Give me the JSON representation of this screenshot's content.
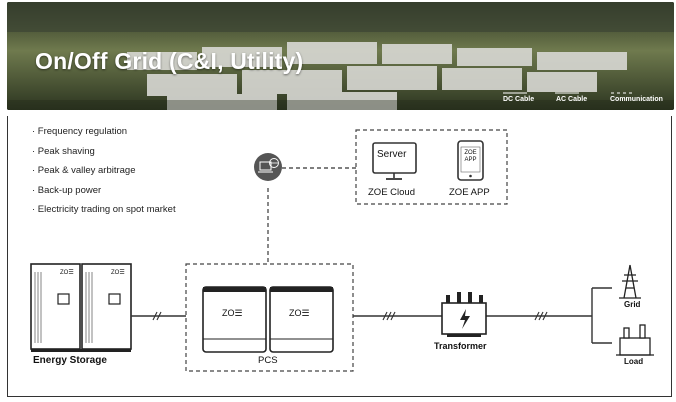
{
  "title": "On/Off Grid (C&I, Utility)",
  "legend": {
    "dc": "DC Cable",
    "ac": "AC Cable",
    "comm": "Communication"
  },
  "bullets": [
    "· Frequency regulation",
    "· Peak shaving",
    "· Peak & valley arbitrage",
    "· Back-up power",
    "· Electricity trading on spot market"
  ],
  "cloud": {
    "server_label": "Server",
    "cloud_label": "ZOE Cloud",
    "app_screen": "ZOE APP",
    "app_label": "ZOE APP"
  },
  "storage": {
    "label": "Energy Storage",
    "brand": "ZO☰"
  },
  "pcs": {
    "label": "PCS",
    "brand": "ZO☰"
  },
  "transformer": {
    "label": "Transformer"
  },
  "grid": {
    "label": "Grid"
  },
  "load": {
    "label": "Load"
  },
  "colors": {
    "line": "#444444",
    "device_border": "#222222",
    "banner_text": "#ffffff"
  }
}
